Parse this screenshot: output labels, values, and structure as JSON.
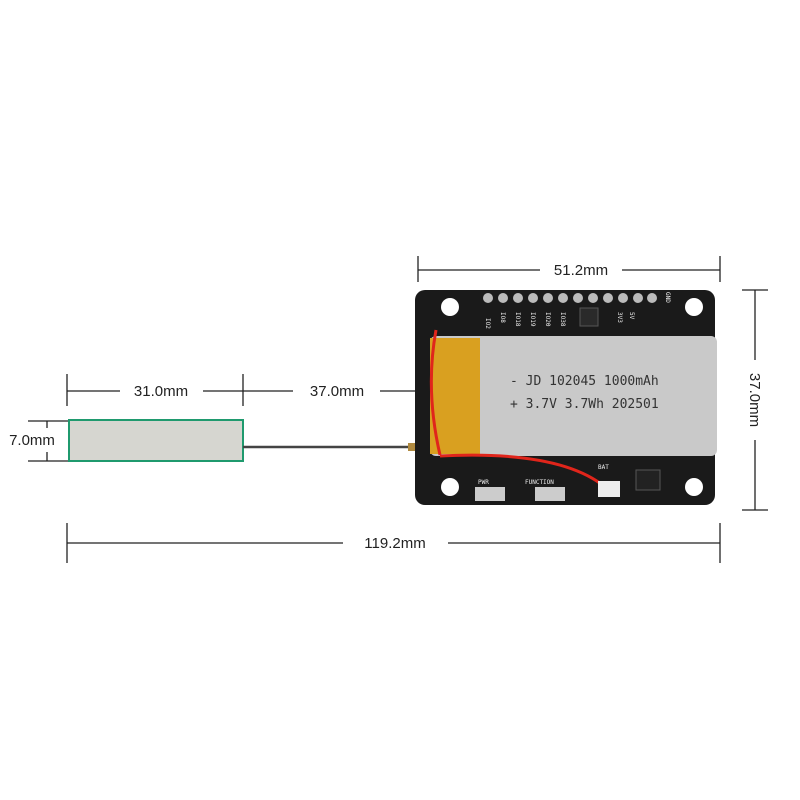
{
  "dimensions": {
    "board_width": "51.2mm",
    "board_height": "37.0mm",
    "antenna_length": "31.0mm",
    "cable_length": "37.0mm",
    "antenna_height": "7.0mm",
    "total_length": "119.2mm"
  },
  "battery": {
    "line1": "- JD 102045 1000mAh",
    "line2": "+ 3.7V 3.7Wh 202501"
  },
  "silkscreen": {
    "pins": [
      "IO2",
      "IO8",
      "IO18",
      "IO19",
      "IO20",
      "IO38",
      "3V3",
      "5V"
    ],
    "gnd": "GND",
    "pwr": "PWR",
    "function": "FUNCTION",
    "bat": "BAT"
  },
  "colors": {
    "pcb": "#1a1a1a",
    "battery": "#c9c9c9",
    "kapton": "#d9a020",
    "antenna": "#d6d6d0",
    "antenna_edge": "#1f9a6e",
    "wire_red": "#e0251b"
  }
}
